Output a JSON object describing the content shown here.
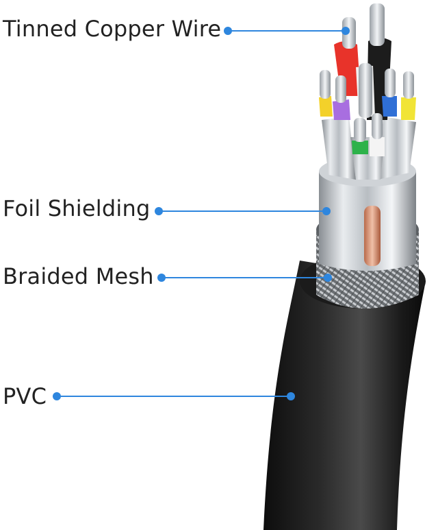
{
  "figure": {
    "accent_color": "#2e86de",
    "callouts": [
      {
        "id": "tinned-copper-wire",
        "label": "Tinned Copper Wire"
      },
      {
        "id": "foil-shielding",
        "label": "Foil Shielding"
      },
      {
        "id": "braided-mesh",
        "label": "Braided Mesh"
      },
      {
        "id": "pvc",
        "label": "PVC"
      }
    ],
    "wire_colors": [
      "#e8332a",
      "#1c1c1c",
      "#f3d12a",
      "#a86ee0",
      "#2f6fd6",
      "#f1e436",
      "#2db24a",
      "#f4f4f4"
    ]
  }
}
